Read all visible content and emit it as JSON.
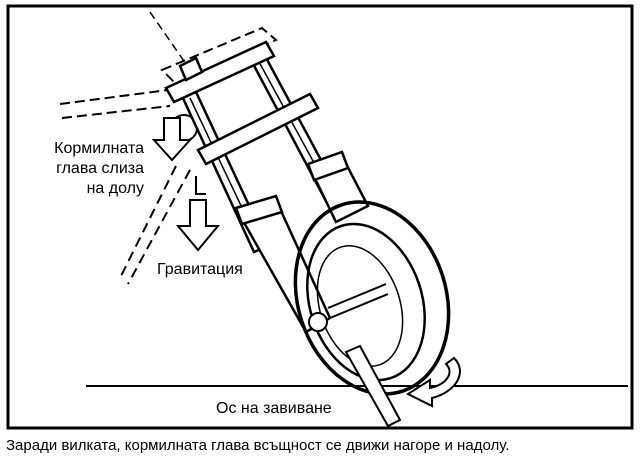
{
  "diagram": {
    "labels": {
      "steering_head_line1": "Кормилната",
      "steering_head_line2": "глава слиза",
      "steering_head_line3": "на долу",
      "gravity": "Гравитация",
      "turning_axis": "Ос на завиване"
    },
    "caption": "Заради вилката,  кормилната глава всъщност се движи нагоре и надолу."
  },
  "colors": {
    "ink": "#000000",
    "background": "#ffffff"
  }
}
